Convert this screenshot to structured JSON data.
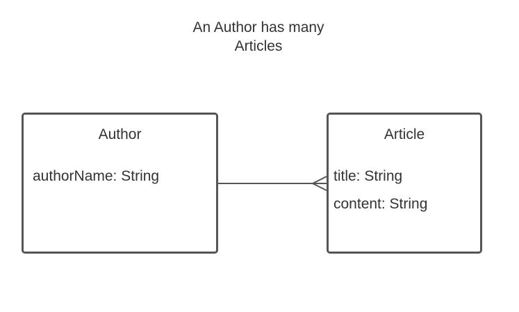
{
  "caption": {
    "line1": "An Author has many",
    "line2": "Articles"
  },
  "entities": [
    {
      "name": "Author",
      "attributes": [
        "authorName: String"
      ]
    },
    {
      "name": "Article",
      "attributes": [
        "title: String",
        "content: String"
      ]
    }
  ],
  "relationship": {
    "from": "Author",
    "to": "Article",
    "from_cardinality": "one",
    "to_cardinality": "many"
  },
  "colors": {
    "border": "#555555",
    "text": "#333333",
    "background": "#ffffff"
  }
}
